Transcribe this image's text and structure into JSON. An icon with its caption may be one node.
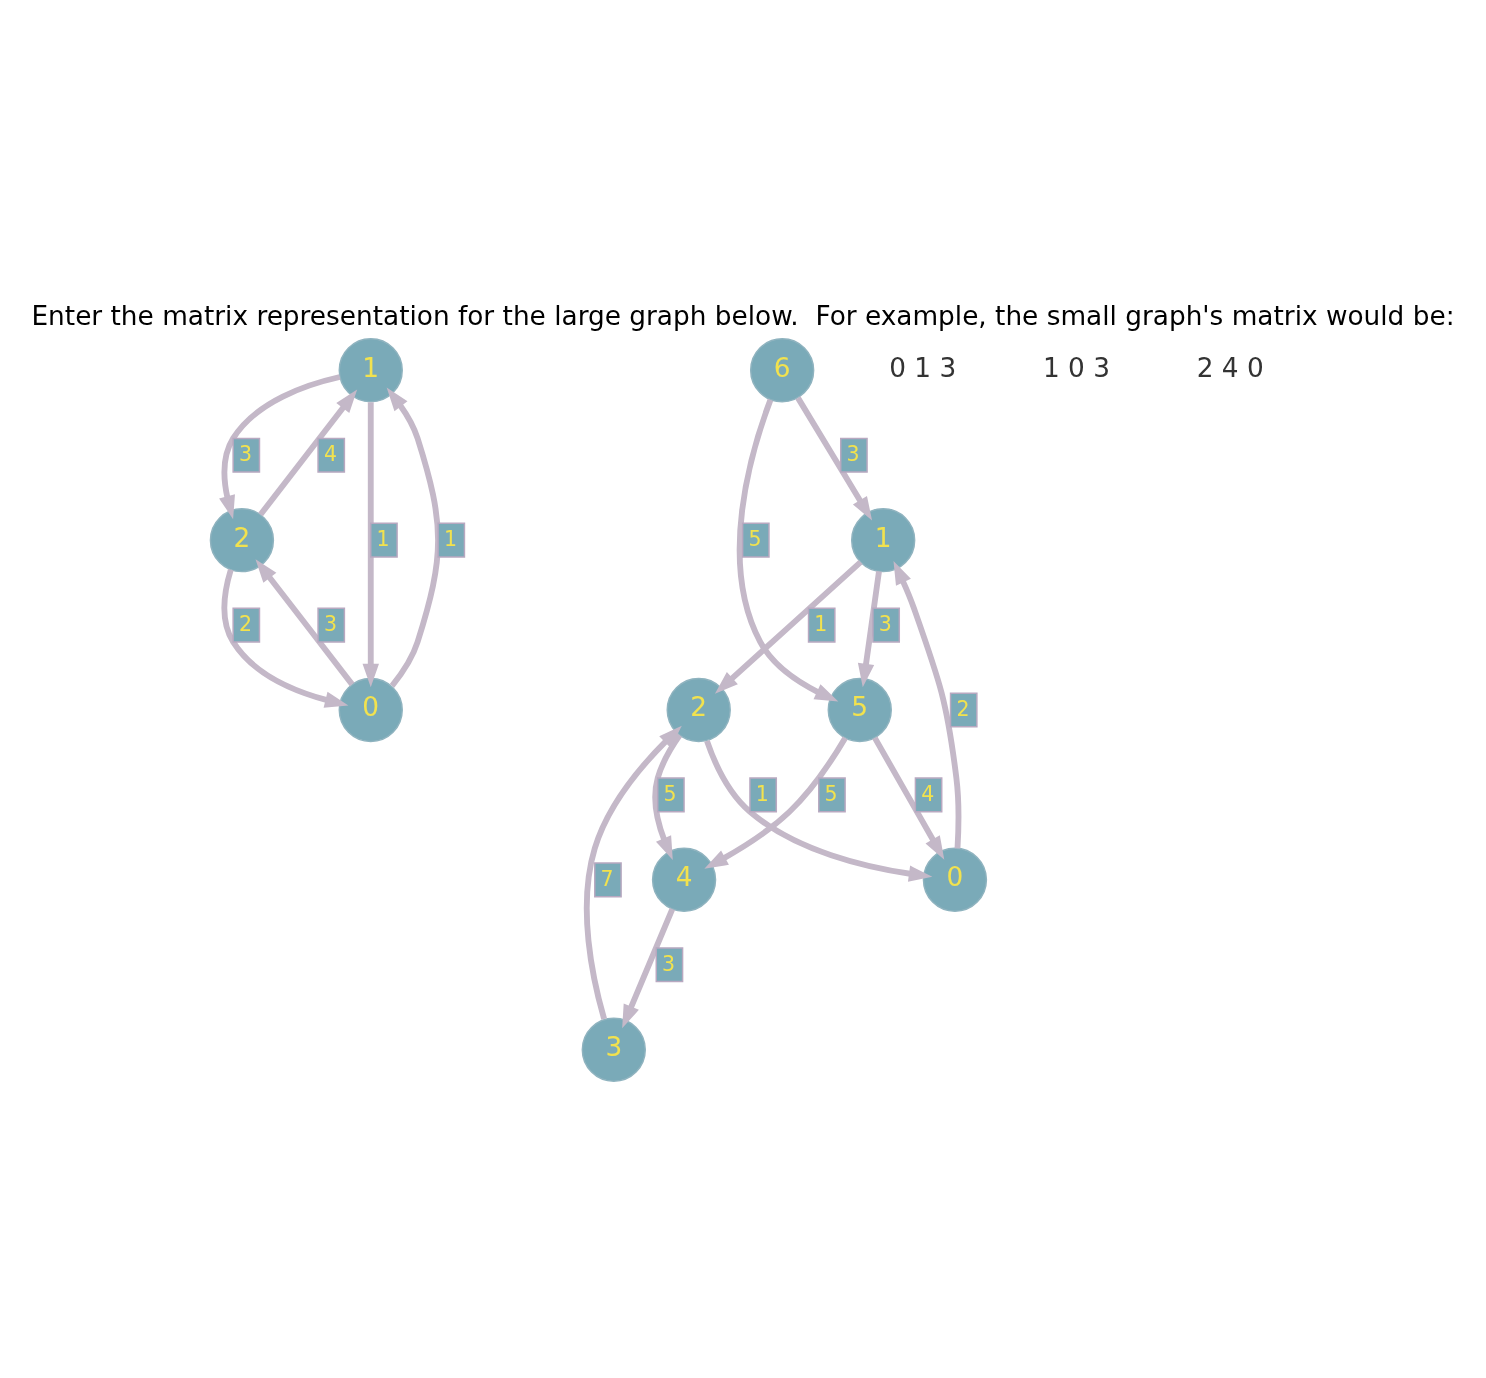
{
  "diagram": {
    "title": "Enter the matrix representation for the large graph below.  For example, the small graph's matrix would be:",
    "nodes": [
      {
        "text": [
          "1"
        ]
      },
      {
        "text": [
          "2"
        ]
      },
      {
        "text": [
          "0"
        ]
      },
      {
        "text": [
          "6"
        ]
      },
      {
        "text": [
          "0"
        ]
      },
      {
        "text": [
          "2"
        ]
      },
      {
        "text": [
          "1"
        ]
      },
      {
        "text": [
          "3"
        ]
      },
      {
        "text": [
          "5"
        ]
      },
      {
        "text": [
          "4"
        ]
      }
    ],
    "edges": [
      {
        "from": 0,
        "to": 2,
        "arrow": "to",
        "label": "1"
      },
      {
        "from": 2,
        "to": 0,
        "arrow": "to",
        "label": "1"
      },
      {
        "from": 0,
        "to": 1,
        "arrow": "to",
        "label": "3"
      },
      {
        "from": 1,
        "to": 0,
        "arrow": "to",
        "label": "4"
      },
      {
        "from": 1,
        "to": 2,
        "arrow": "to",
        "label": "2"
      },
      {
        "from": 2,
        "to": 1,
        "arrow": "to",
        "label": "3"
      },
      {
        "from": 5,
        "to": 4,
        "arrow": "to",
        "label": "1"
      },
      {
        "from": 4,
        "to": 6,
        "arrow": "to",
        "label": "2"
      },
      {
        "from": 3,
        "to": 6,
        "arrow": "to",
        "label": "3"
      },
      {
        "from": 3,
        "to": 8,
        "arrow": "to",
        "label": "5"
      },
      {
        "from": 8,
        "to": 4,
        "arrow": "to",
        "label": "4"
      },
      {
        "from": 6,
        "to": 5,
        "arrow": "to",
        "label": "1"
      },
      {
        "from": 6,
        "to": 8,
        "arrow": "to",
        "label": "3"
      },
      {
        "from": 5,
        "to": 9,
        "arrow": "to",
        "label": "5"
      },
      {
        "from": 7,
        "to": 5,
        "arrow": "to",
        "label": "7"
      },
      {
        "from": 9,
        "to": 7,
        "arrow": "to",
        "label": "3"
      },
      {
        "from": 8,
        "to": 9,
        "arrow": "to",
        "label": "5"
      }
    ],
    "labels": [
      "0 1 3",
      "1 0 3",
      "2 4 0"
    ]
  }
}
